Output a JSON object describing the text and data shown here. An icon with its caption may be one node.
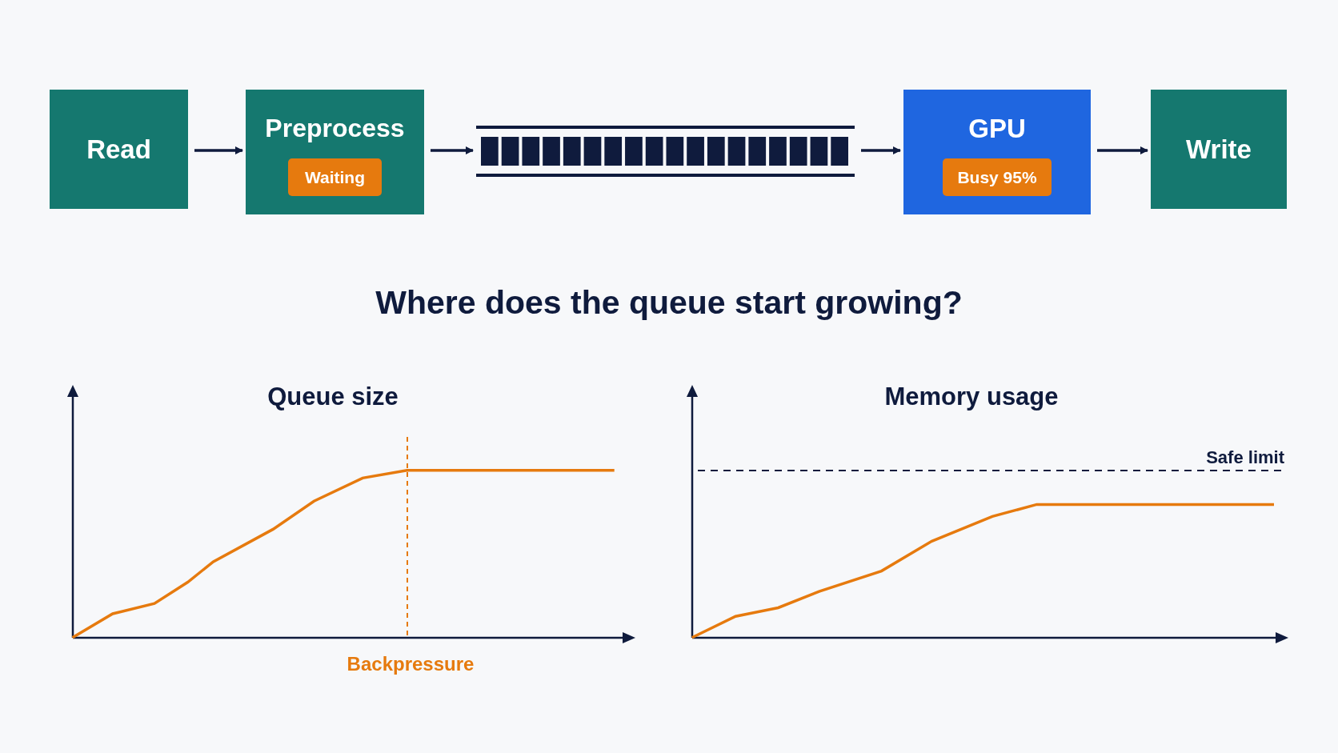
{
  "diagram": {
    "title": "Where does the queue start growing?",
    "nodes": [
      {
        "text": [
          "Read"
        ]
      },
      {
        "text": [
          "Preprocess"
        ]
      },
      {
        "text": [
          "Waiting"
        ],
        "in": 1
      },
      {
        "text": [],
        "shape": "bar"
      },
      {
        "text": [
          "GPU"
        ]
      },
      {
        "text": [
          "Busy 95%"
        ],
        "in": 4
      },
      {
        "text": [
          "Write"
        ]
      }
    ],
    "edges": [
      {
        "from": 0,
        "to": 1,
        "arrow": "to"
      },
      {
        "from": 1,
        "to": 3,
        "arrow": "to"
      },
      {
        "from": 3,
        "to": 4,
        "arrow": "to"
      },
      {
        "from": 4,
        "to": 6,
        "arrow": "to"
      }
    ],
    "labels": [
      "Queue size",
      "Memory usage",
      "Safe limit",
      "Backpressure"
    ]
  }
}
